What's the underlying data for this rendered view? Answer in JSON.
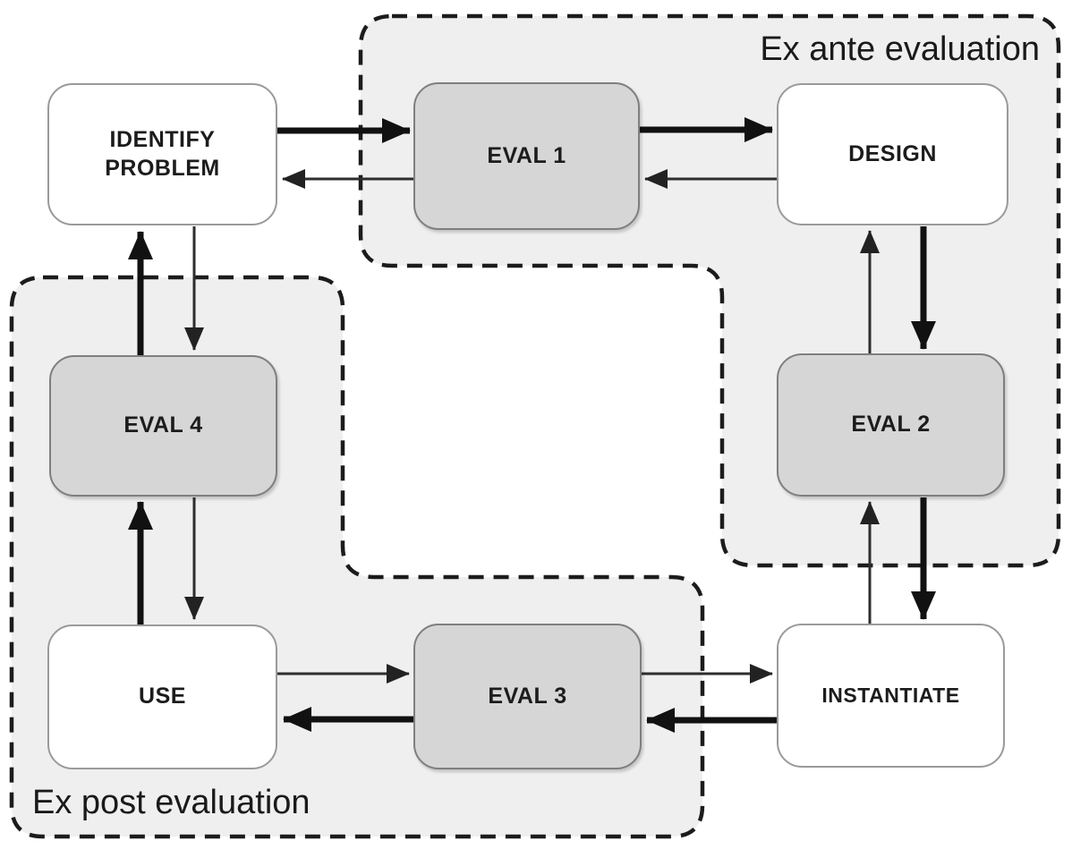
{
  "figure": {
    "regions": {
      "ex_ante": {
        "label": "Ex ante evaluation"
      },
      "ex_post": {
        "label": "Ex post evaluation"
      }
    },
    "nodes": {
      "identify_problem": {
        "label": "IDENTIFY PROBLEM"
      },
      "eval1": {
        "label": "EVAL 1"
      },
      "design": {
        "label": "DESIGN"
      },
      "eval2": {
        "label": "EVAL 2"
      },
      "instantiate": {
        "label": "INSTANTIATE"
      },
      "eval3": {
        "label": "EVAL 3"
      },
      "use": {
        "label": "USE"
      },
      "eval4": {
        "label": "EVAL 4"
      }
    },
    "edges": [
      {
        "from": "identify_problem",
        "to": "eval1",
        "emphasis": "thick"
      },
      {
        "from": "eval1",
        "to": "identify_problem",
        "emphasis": "thin"
      },
      {
        "from": "eval1",
        "to": "design",
        "emphasis": "thick"
      },
      {
        "from": "design",
        "to": "eval1",
        "emphasis": "thin"
      },
      {
        "from": "design",
        "to": "eval2",
        "emphasis": "thick"
      },
      {
        "from": "eval2",
        "to": "design",
        "emphasis": "thin"
      },
      {
        "from": "eval2",
        "to": "instantiate",
        "emphasis": "thick"
      },
      {
        "from": "instantiate",
        "to": "eval2",
        "emphasis": "thin"
      },
      {
        "from": "instantiate",
        "to": "eval3",
        "emphasis": "thick"
      },
      {
        "from": "eval3",
        "to": "instantiate",
        "emphasis": "thin"
      },
      {
        "from": "eval3",
        "to": "use",
        "emphasis": "thick"
      },
      {
        "from": "use",
        "to": "eval3",
        "emphasis": "thin"
      },
      {
        "from": "use",
        "to": "eval4",
        "emphasis": "thick"
      },
      {
        "from": "eval4",
        "to": "use",
        "emphasis": "thin"
      },
      {
        "from": "eval4",
        "to": "identify_problem",
        "emphasis": "thick"
      },
      {
        "from": "identify_problem",
        "to": "eval4",
        "emphasis": "thin"
      }
    ],
    "colors": {
      "region_fill": "#efefef",
      "region_border": "#1c1c1c",
      "node_gray": "#d6d6d6",
      "node_white": "#ffffff",
      "node_border_white": "#9a9a9a",
      "node_border_gray": "#7f7f7f",
      "arrow_thick": "#111111",
      "arrow_thin": "#2e2e2e",
      "text": "#1c1c1c"
    }
  }
}
